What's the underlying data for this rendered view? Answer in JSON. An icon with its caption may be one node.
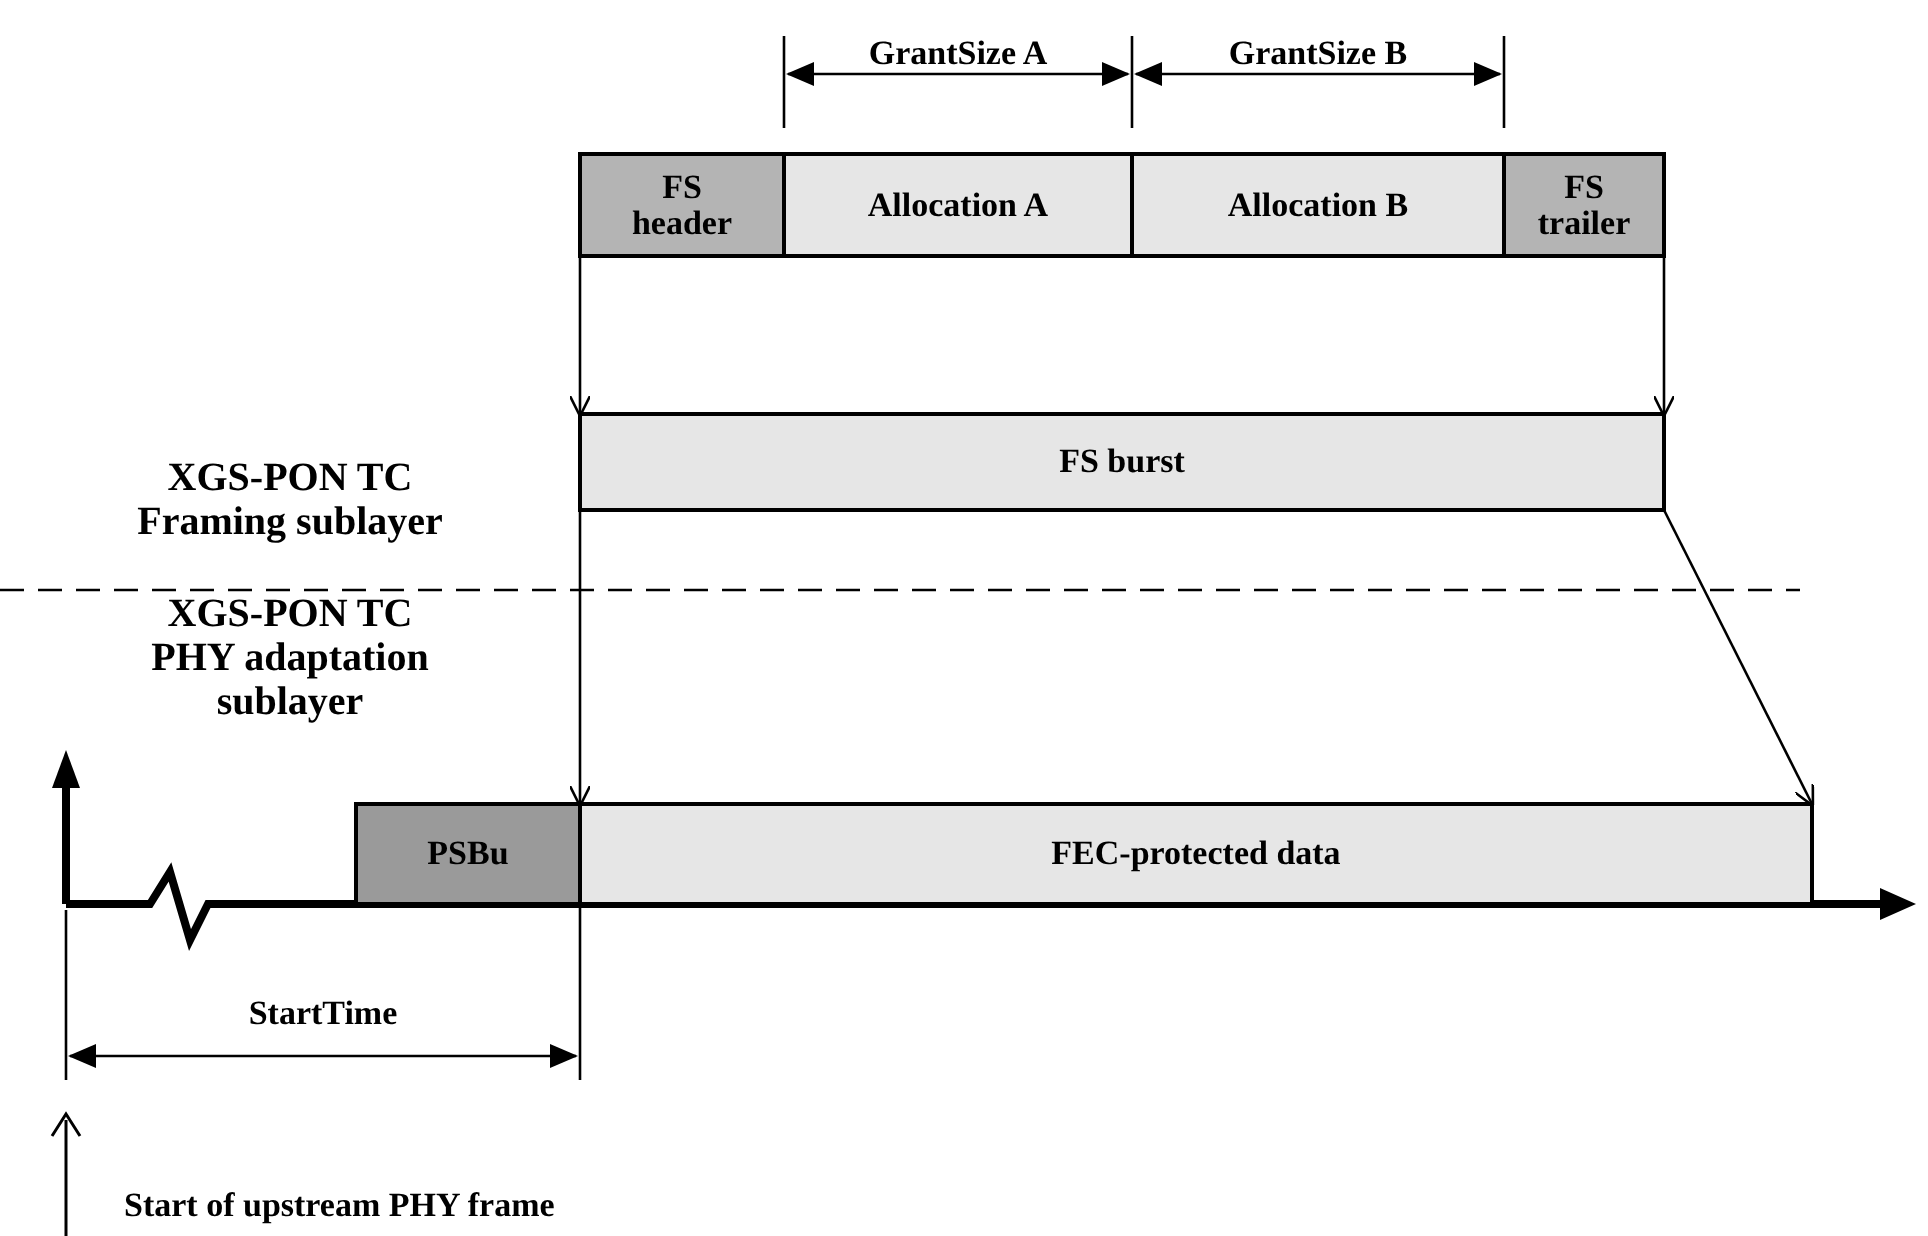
{
  "diagram": {
    "nodes": [
      {
        "text": [
          "FS header"
        ]
      },
      {
        "text": [
          "Allocation A"
        ]
      },
      {
        "text": [
          "Allocation B"
        ]
      },
      {
        "text": [
          "FS trailer"
        ]
      },
      {
        "text": [
          "FS burst"
        ]
      },
      {
        "text": [
          "PSBu"
        ]
      },
      {
        "text": [
          "FEC-protected data"
        ]
      }
    ],
    "edges": [
      {
        "from": 0,
        "to": 4,
        "arrow": "to"
      },
      {
        "from": 3,
        "to": 4,
        "arrow": "to"
      },
      {
        "from": 4,
        "to": 6,
        "arrow": "to"
      },
      {
        "from": 4,
        "to": 6,
        "arrow": "to"
      }
    ],
    "labels": [
      "GrantSize A",
      "GrantSize B",
      "XGS-PON TC Framing sublayer",
      "XGS-PON TC PHY adaptation sublayer",
      "StartTime",
      "Start of upstream PHY frame"
    ]
  }
}
